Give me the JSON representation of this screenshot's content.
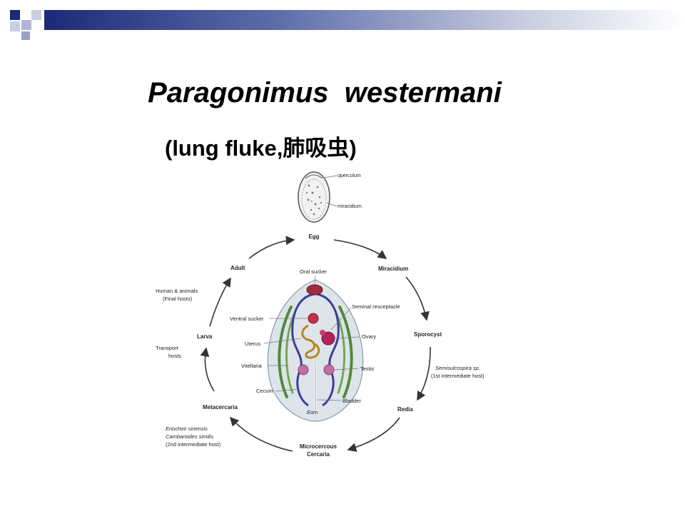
{
  "slide": {
    "title": "Paragonimus  westermani",
    "subtitle": "(lung fluke,肺吸虫)"
  },
  "egg_labels": {
    "operculum": "operculum",
    "miracidium": "miracidium"
  },
  "stages": {
    "egg": "Egg",
    "miracidium": "Miracidium",
    "sporocyst": "Sporocyst",
    "redia": "Redia",
    "microcercous_line1": "Microcercous",
    "microcercous_line2": "Cercaria",
    "metacercaria": "Metacercaria",
    "larva": "Larva",
    "adult": "Adult"
  },
  "hosts": {
    "final_line1": "Human & animals",
    "final_line2": "(Final hosts)",
    "transport_line1": "Transport",
    "transport_line2": "hosts",
    "first_line1": "Semisulcospira sp.",
    "first_line2": "(1st intermediate host)",
    "second_line1": "Eriocheir sinensis",
    "second_line2": "Cambaroides similis",
    "second_line3": "(2nd intermediate host)"
  },
  "anatomy": {
    "oral_sucker": "Oral sucker",
    "seminal_receptacle": "Seminal resceptacle",
    "ventral_sucker": "Ventral sucker",
    "ovary": "Ovary",
    "uterus": "Uterus",
    "vitellaria": "Vitellaria",
    "testis": "Testis",
    "cecum": "Cecum",
    "bladder": "Bladder",
    "signature": "Eom"
  },
  "colors": {
    "header_dark": "#1a2a78",
    "arrow": "#333333",
    "cecum": "#3a3f9a",
    "vitellaria": "#4f8a3a",
    "organs": "#b0245a",
    "uterus": "#b8861a"
  }
}
